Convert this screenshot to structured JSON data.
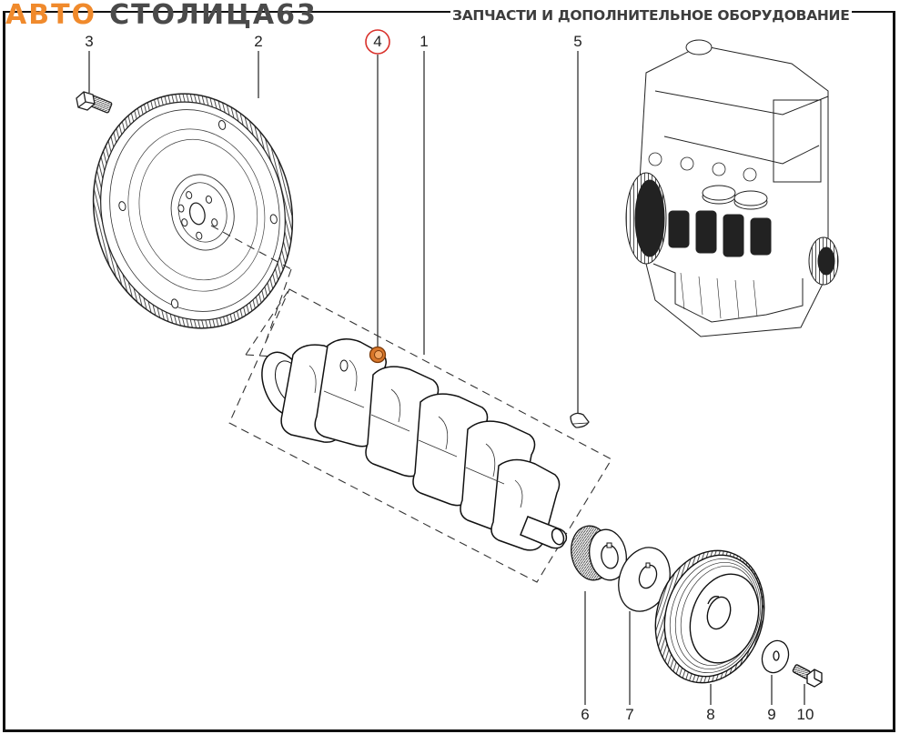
{
  "watermark": {
    "brand_part1": "АВТО",
    "brand_part2": "СТОЛИЦА63",
    "tagline": "ЗАПЧАСТИ И ДОПОЛНИТЕЛЬНОЕ ОБОРУДОВАНИЕ",
    "brand_color": "#f08a2c",
    "secondary_color": "#4a4a4a"
  },
  "diagram": {
    "title": "Crankshaft, flywheel and pulley assembly",
    "highlight_color": "#d9772a",
    "highlight_ring_color": "#d9312b",
    "callouts": [
      {
        "id": "1",
        "label": "1",
        "part": "crankshaft"
      },
      {
        "id": "2",
        "label": "2",
        "part": "flywheel"
      },
      {
        "id": "3",
        "label": "3",
        "part": "flywheel-bolt"
      },
      {
        "id": "4",
        "label": "4",
        "part": "pilot-bushing",
        "highlighted": true
      },
      {
        "id": "5",
        "label": "5",
        "part": "woodruff-key"
      },
      {
        "id": "6",
        "label": "6",
        "part": "timing-sprocket"
      },
      {
        "id": "7",
        "label": "7",
        "part": "thrust-washer"
      },
      {
        "id": "8",
        "label": "8",
        "part": "crank-pulley"
      },
      {
        "id": "9",
        "label": "9",
        "part": "pulley-washer"
      },
      {
        "id": "10",
        "label": "10",
        "part": "pulley-bolt"
      }
    ]
  }
}
